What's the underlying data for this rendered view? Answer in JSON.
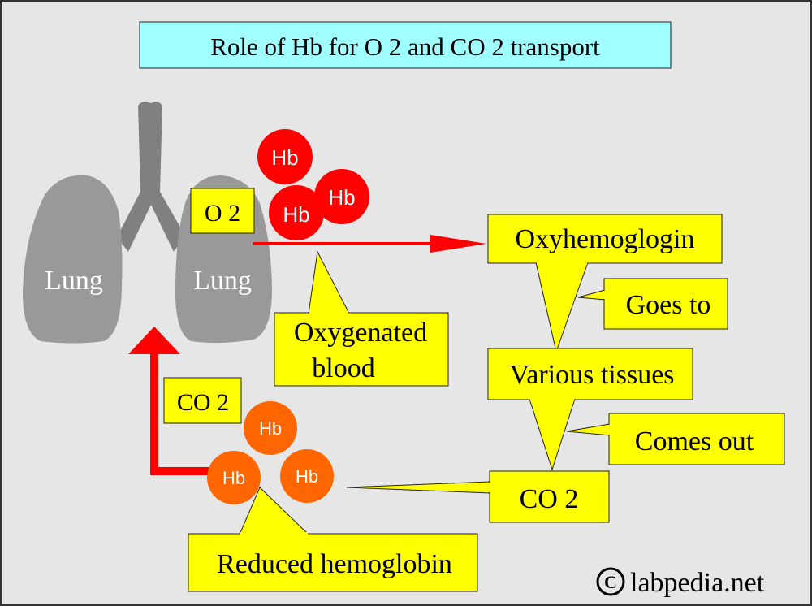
{
  "title": "Role of Hb for O 2 and CO 2 transport",
  "lungs": {
    "left_label": "Lung",
    "right_label": "Lung"
  },
  "labels": {
    "o2": "O 2",
    "co2_left": "CO 2",
    "oxygenated_line1": "Oxygenated",
    "oxygenated_line2": "blood",
    "oxyhemoglobin": "Oxyhemoglogin",
    "goes_to": "Goes to",
    "various_tissues": "Various tissues",
    "comes_out": "Comes out",
    "co2_right": "CO 2",
    "reduced_hemoglobin": "Reduced hemoglobin"
  },
  "hb": {
    "oxy": [
      "Hb",
      "Hb",
      "Hb"
    ],
    "reduced": [
      "Hb",
      "Hb",
      "Hb"
    ]
  },
  "watermark": {
    "copyright": "©",
    "site": "labpedia.net"
  },
  "colors": {
    "background": "#e6e6e6",
    "title_box": "#a0ffff",
    "label_box": "#ffff00",
    "lung": "#999999",
    "trachea": "#808080",
    "oxy_hb": "#ff0000",
    "reduced_hb": "#ff6600",
    "arrow": "#ff0000"
  }
}
